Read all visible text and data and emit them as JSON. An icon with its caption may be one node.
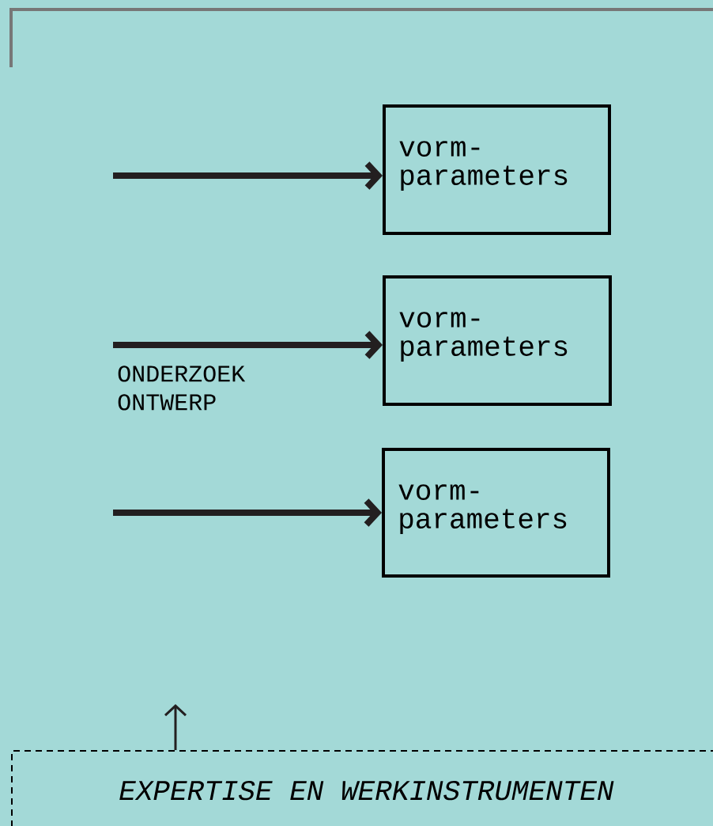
{
  "diagram": {
    "nodes": [
      {
        "text": [
          "vorm- parameters"
        ]
      },
      {
        "text": [
          "vorm- parameters"
        ]
      },
      {
        "text": [
          "vorm- parameters"
        ]
      },
      {
        "text": [
          "EXPERTISE EN WERKINSTRUMENTEN"
        ]
      }
    ],
    "edges": [
      {
        "from": null,
        "to": 0,
        "arrow": "to"
      },
      {
        "from": null,
        "to": 1,
        "arrow": "to",
        "label": "ONDERZOEK ONTWERP"
      },
      {
        "from": null,
        "to": 2,
        "arrow": "to"
      },
      {
        "from": 3,
        "to": null,
        "arrow": "to"
      }
    ]
  }
}
